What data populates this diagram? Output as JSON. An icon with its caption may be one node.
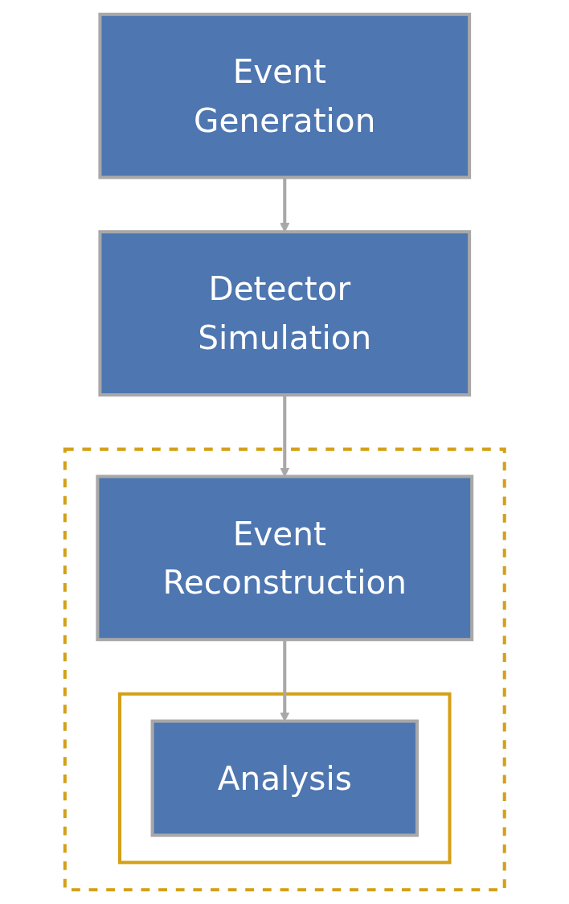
{
  "diagram": {
    "nodes": [
      {
        "text": [
          "Event Generation"
        ]
      },
      {
        "text": [
          "Detector Simulation"
        ]
      },
      {
        "text": [],
        "shape": "box"
      },
      {
        "text": [
          "Event Reconstruction"
        ],
        "in": 2
      },
      {
        "text": [],
        "shape": "box",
        "in": 2
      },
      {
        "text": [
          "Analysis"
        ],
        "in": 4
      }
    ],
    "edges": [
      {
        "from": 0,
        "to": 1,
        "arrow": "to"
      },
      {
        "from": 1,
        "to": 3,
        "arrow": "to"
      },
      {
        "from": 3,
        "to": 5,
        "arrow": "to"
      }
    ]
  }
}
